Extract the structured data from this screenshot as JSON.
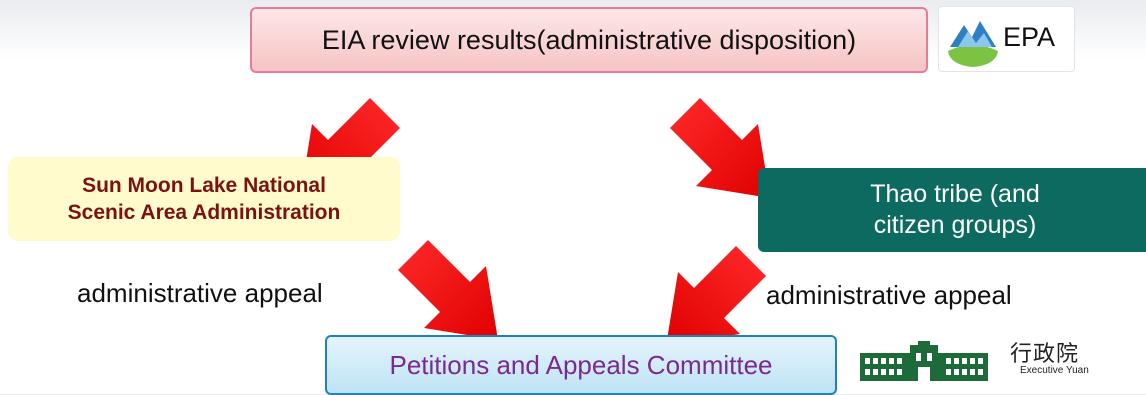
{
  "top_box": {
    "text": "EIA review results(administrative disposition)"
  },
  "epa": {
    "label": "EPA",
    "icon": "epa-logo-icon"
  },
  "left_box": {
    "line1": "Sun Moon Lake National",
    "line2": "Scenic Area Administration"
  },
  "right_box": {
    "line1": "Thao tribe (and",
    "line2": "citizen groups)"
  },
  "labels": {
    "left": "administrative appeal",
    "right": "administrative appeal"
  },
  "bottom_box": {
    "text": "Petitions and Appeals Committee"
  },
  "executive_yuan": {
    "chinese": "行政院",
    "english": "Executive Yuan",
    "icon": "executive-yuan-building-icon"
  },
  "colors": {
    "arrow": "#ff0f0f",
    "top_box_border": "#e87a9a",
    "left_box_fill": "#fffbcc",
    "left_box_text": "#7a1212",
    "right_box_fill": "#0d6a60",
    "bottom_box_border": "#1f82c0",
    "bottom_box_text": "#7b2a8f"
  }
}
